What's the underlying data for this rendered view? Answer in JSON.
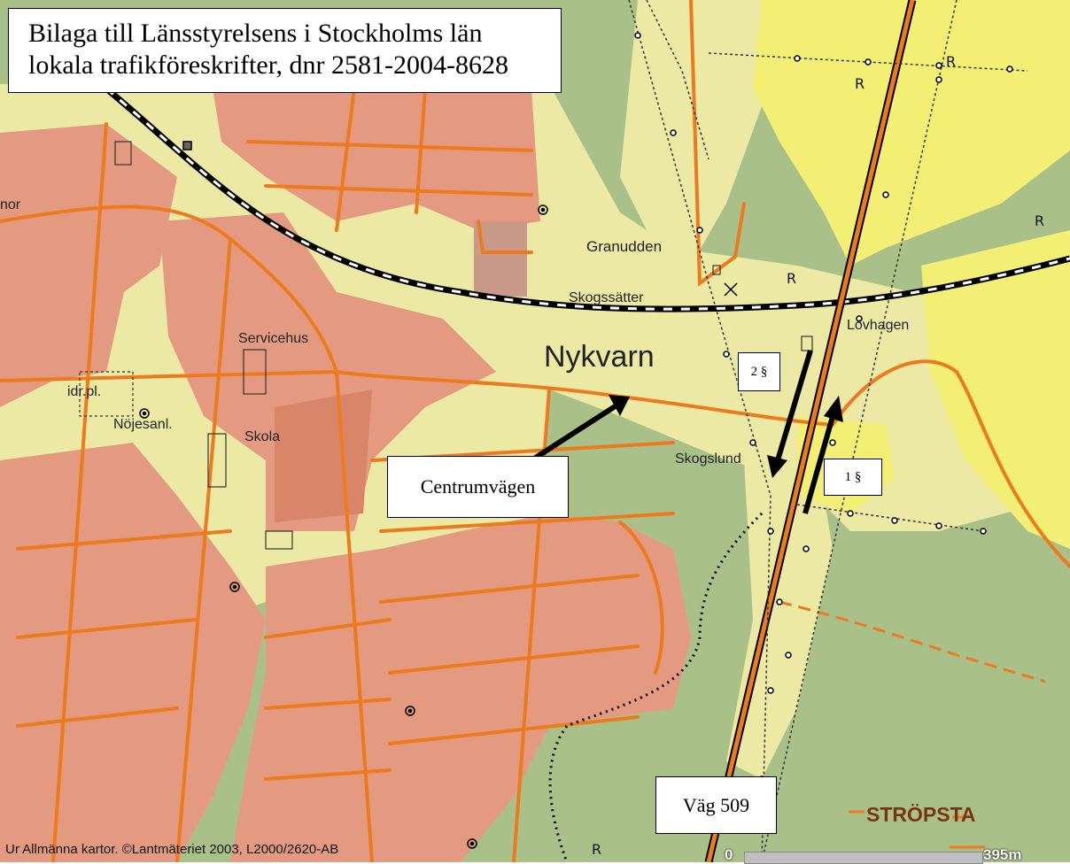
{
  "title": {
    "line1": "Bilaga till Länsstyrelsens i Stockholms län",
    "line2": "lokala trafikföreskrifter, dnr 2581-2004-8628"
  },
  "callouts": {
    "centrumvagen": "Centrumvägen",
    "vag509": "Väg 509",
    "p2": "2 §",
    "p1": "1 §"
  },
  "place_labels": {
    "nykvarn": "Nykvarn",
    "granudden": "Granudden",
    "skogssatter": "Skogssätter",
    "lovhagen": "Lövhagen",
    "servicehus": "Servicehus",
    "skola": "Skola",
    "idrpl": "idr.pl.",
    "nojesanl": "Nöjesanl.",
    "skogslund": "Skogslund",
    "stropsta": "STRÖPSTA",
    "nor": "nor"
  },
  "credit": "Ur Allmänna kartor. ©Lantmäteriet 2003, L2000/2620-AB",
  "scale": {
    "start": "0",
    "end": "395m"
  },
  "colors": {
    "built_up": "#e39a80",
    "forest": "#a9c089",
    "open_land": "#ece9a4",
    "field": "#f2ef74",
    "road": "#ec7a1e",
    "water": "#5cc6e8"
  }
}
